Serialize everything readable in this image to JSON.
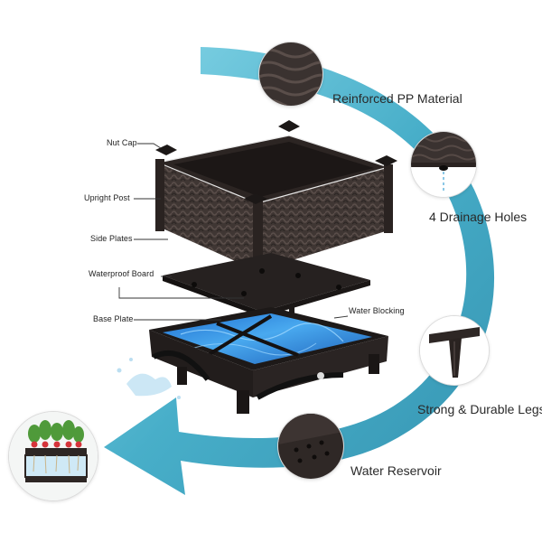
{
  "parts": {
    "nut_cap": "Nut Cap",
    "upright_post": "Upright Post",
    "side_plates": "Side Plates",
    "waterproof_board": "Waterproof Board",
    "base_plate": "Base Plate",
    "water_blocking": "Water Blocking"
  },
  "features": {
    "reinforced": "Reinforced PP Material",
    "drainage": "4 Drainage Holes",
    "legs": "Strong & Durable Legs",
    "reservoir": "Water Reservoir"
  },
  "colors": {
    "arrow": "#3ea9c4",
    "planter": "#3b3330",
    "water": "#2f86d8"
  }
}
